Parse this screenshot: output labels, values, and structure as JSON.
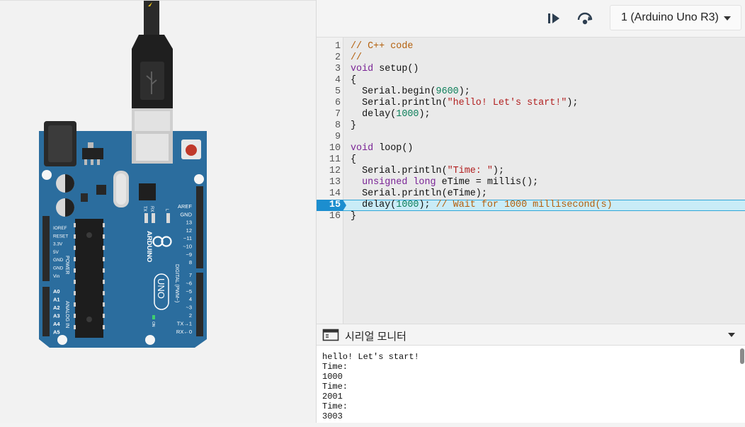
{
  "toolbar": {
    "device_label": "1 (Arduino Uno R3)"
  },
  "editor": {
    "active_line": 15,
    "lines": [
      {
        "n": "1",
        "segments": [
          {
            "t": "// C++ code",
            "c": "comment"
          }
        ]
      },
      {
        "n": "2",
        "segments": [
          {
            "t": "//",
            "c": "comment"
          }
        ]
      },
      {
        "n": "3",
        "segments": [
          {
            "t": "void",
            "c": "kw"
          },
          {
            "t": " setup()",
            "c": "plain"
          }
        ]
      },
      {
        "n": "4",
        "segments": [
          {
            "t": "{",
            "c": "plain"
          }
        ]
      },
      {
        "n": "5",
        "segments": [
          {
            "t": "  Serial.begin(",
            "c": "plain"
          },
          {
            "t": "9600",
            "c": "num"
          },
          {
            "t": ");",
            "c": "plain"
          }
        ]
      },
      {
        "n": "6",
        "segments": [
          {
            "t": "  Serial.println(",
            "c": "plain"
          },
          {
            "t": "\"hello! Let's start!\"",
            "c": "str"
          },
          {
            "t": ");",
            "c": "plain"
          }
        ]
      },
      {
        "n": "7",
        "segments": [
          {
            "t": "  delay(",
            "c": "plain"
          },
          {
            "t": "1000",
            "c": "num"
          },
          {
            "t": ");",
            "c": "plain"
          }
        ]
      },
      {
        "n": "8",
        "segments": [
          {
            "t": "}",
            "c": "plain"
          }
        ]
      },
      {
        "n": "9",
        "segments": []
      },
      {
        "n": "10",
        "segments": [
          {
            "t": "void",
            "c": "kw"
          },
          {
            "t": " loop()",
            "c": "plain"
          }
        ]
      },
      {
        "n": "11",
        "segments": [
          {
            "t": "{",
            "c": "plain"
          }
        ]
      },
      {
        "n": "12",
        "segments": [
          {
            "t": "  Serial.println(",
            "c": "plain"
          },
          {
            "t": "\"Time: \"",
            "c": "str"
          },
          {
            "t": ");",
            "c": "plain"
          }
        ]
      },
      {
        "n": "13",
        "segments": [
          {
            "t": "  ",
            "c": "plain"
          },
          {
            "t": "unsigned long",
            "c": "kw"
          },
          {
            "t": " eTime = millis();",
            "c": "plain"
          }
        ]
      },
      {
        "n": "14",
        "segments": [
          {
            "t": "  Serial.println(eTime);",
            "c": "plain"
          }
        ]
      },
      {
        "n": "15",
        "segments": [
          {
            "t": "  delay(",
            "c": "plain"
          },
          {
            "t": "1000",
            "c": "num"
          },
          {
            "t": "); ",
            "c": "plain"
          },
          {
            "t": "// Wait for 1000 millisecond(s)",
            "c": "comment"
          }
        ]
      },
      {
        "n": "16",
        "segments": [
          {
            "t": "}",
            "c": "plain"
          }
        ]
      }
    ]
  },
  "serial": {
    "title": "시리얼 모니터",
    "output": [
      "hello! Let's start!",
      "Time: ",
      "1000",
      "Time: ",
      "2001",
      "Time: ",
      "3003"
    ]
  },
  "board": {
    "brand": "ARDUINO",
    "model": "UNO",
    "power_header": "POWER",
    "analog_header": "ANALOG IN",
    "digital_header": "DIGITAL (PWM~)",
    "power_pins": [
      "IOREF",
      "RESET",
      "3.3V",
      "5V",
      "GND",
      "GND",
      "Vin"
    ],
    "analog_pins": [
      "A0",
      "A1",
      "A2",
      "A3",
      "A4",
      "A5"
    ],
    "digital_pins_top": [
      "AREF",
      "GND",
      "13",
      "12",
      "~11",
      "~10",
      "~9",
      "8"
    ],
    "digital_pins_bottom": [
      "7",
      "~6",
      "~5",
      "4",
      "~3",
      "2",
      "TX→1",
      "RX←0"
    ],
    "tx_label": "TX",
    "rx_label": "RX",
    "l_label": "L",
    "on_label": "ON"
  },
  "colors": {
    "board": "#2b6d9e",
    "active_line_bg": "#c9ecf7",
    "active_gutter": "#1c8ecf"
  }
}
